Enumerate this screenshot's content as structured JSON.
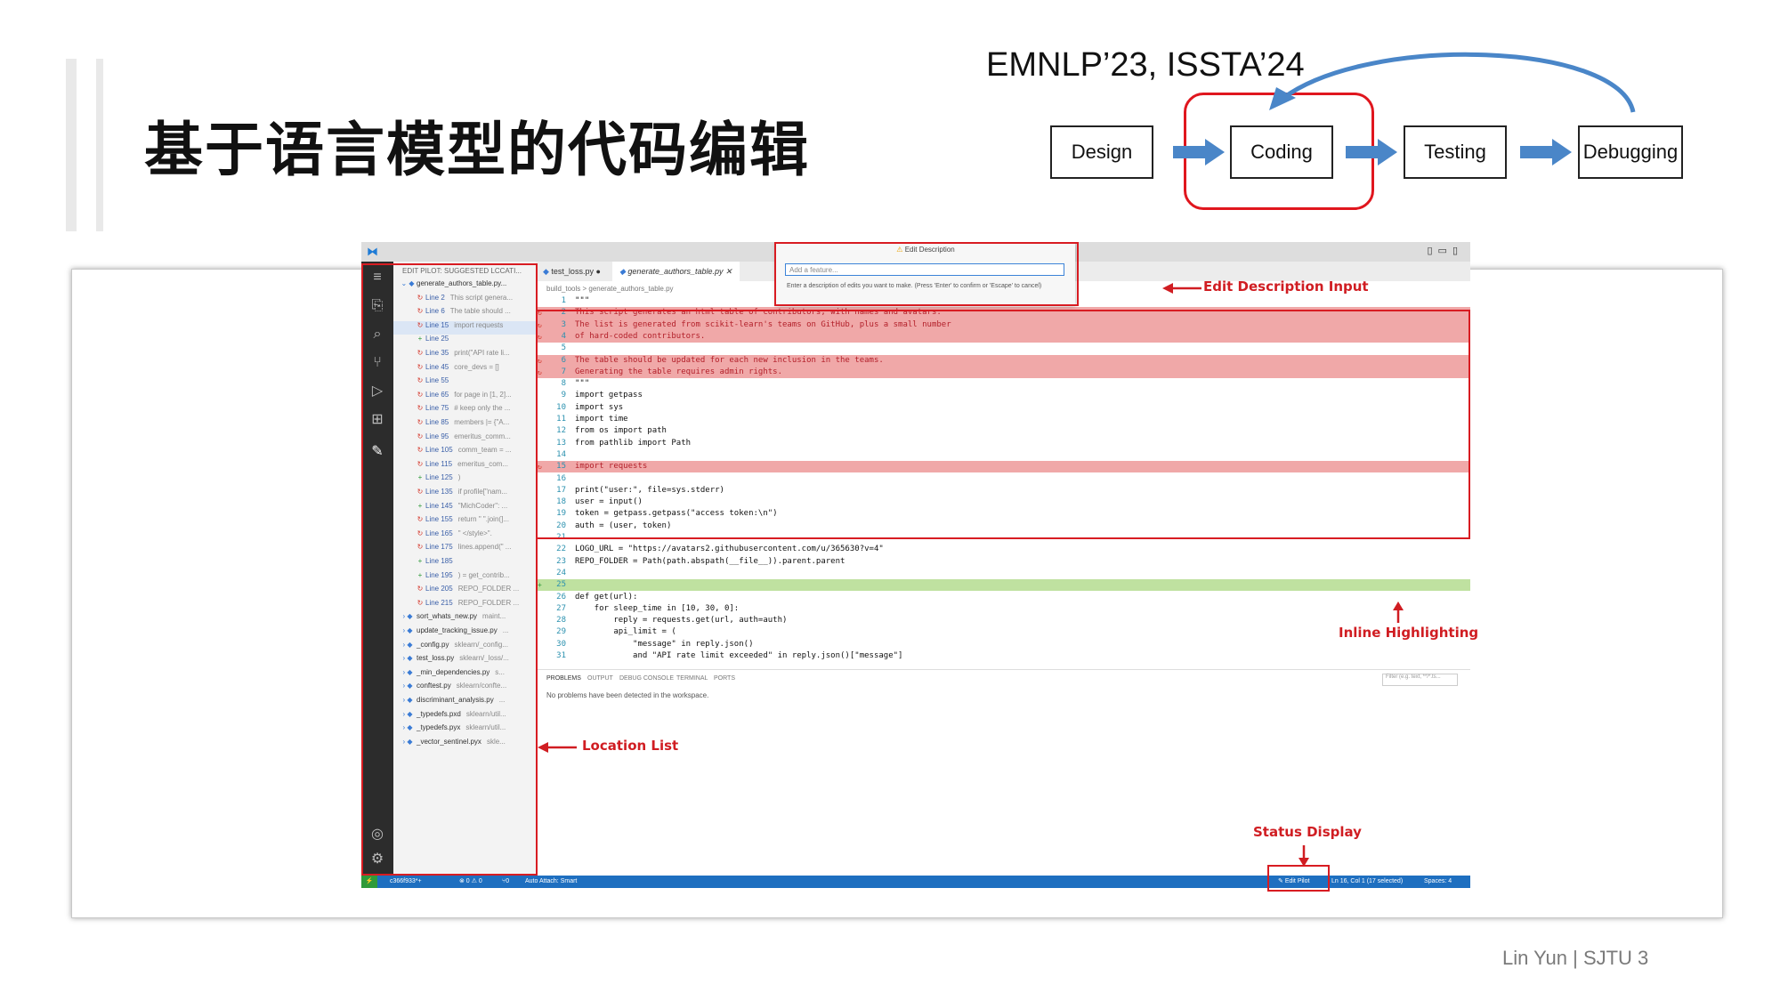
{
  "slide": {
    "title": "基于语言模型的代码编辑",
    "venue": "EMNLP’23, ISSTA’24",
    "footer": "Lin Yun | SJTU 3"
  },
  "workflow": {
    "stages": [
      "Design",
      "Coding",
      "Testing",
      "Debugging"
    ],
    "highlighted_stage": "Coding",
    "arrow_color": "#4a86c8",
    "highlight_color": "#e0161e"
  },
  "editor": {
    "palette": {
      "title": "Edit Description",
      "placeholder": "Add a feature...",
      "hint": "Enter a description of edits you want to make. (Press 'Enter' to confirm or 'Escape' to cancel)"
    },
    "sidebar_header": "EDIT PILOT: SUGGESTED LCCATI...",
    "tabs": [
      "test_loss.py",
      "generate_authors_table.py"
    ],
    "breadcrumb": "build_tools > generate_authors_table.py",
    "location_list": [
      {
        "name": "generate_authors_table.py...",
        "kind": "file",
        "expanded": true
      },
      {
        "name": "Line 2",
        "snippet": "This script genera...",
        "kind": "edit"
      },
      {
        "name": "Line 6",
        "snippet": "The table should ...",
        "kind": "edit"
      },
      {
        "name": "Line 15",
        "snippet": "import requests",
        "kind": "edit",
        "selected": true
      },
      {
        "name": "Line 25",
        "snippet": "",
        "kind": "add"
      },
      {
        "name": "Line 35",
        "snippet": "print(\"API rate li...",
        "kind": "edit"
      },
      {
        "name": "Line 45",
        "snippet": "core_devs = []",
        "kind": "edit"
      },
      {
        "name": "Line 55",
        "snippet": "",
        "kind": "edit"
      },
      {
        "name": "Line 65",
        "snippet": "for page in [1, 2]...",
        "kind": "edit"
      },
      {
        "name": "Line 75",
        "snippet": "# keep only the ...",
        "kind": "edit"
      },
      {
        "name": "Line 85",
        "snippet": "members |= {\"A...",
        "kind": "edit"
      },
      {
        "name": "Line 95",
        "snippet": "emeritus_comm...",
        "kind": "edit"
      },
      {
        "name": "Line 105",
        "snippet": "comm_team = ...",
        "kind": "edit"
      },
      {
        "name": "Line 115",
        "snippet": "emeritus_com...",
        "kind": "edit"
      },
      {
        "name": "Line 125",
        "snippet": ")",
        "kind": "add"
      },
      {
        "name": "Line 135",
        "snippet": "if profile[\"nam...",
        "kind": "edit"
      },
      {
        "name": "Line 145",
        "snippet": "\"MichCoder\": ...",
        "kind": "add"
      },
      {
        "name": "Line 155",
        "snippet": "return \" \".join(]...",
        "kind": "edit"
      },
      {
        "name": "Line 165",
        "snippet": "\"  </style>\".",
        "kind": "edit"
      },
      {
        "name": "Line 175",
        "snippet": "lines.append(\" ...",
        "kind": "edit"
      },
      {
        "name": "Line 185",
        "snippet": "",
        "kind": "add"
      },
      {
        "name": "Line 195",
        "snippet": ") = get_contrib...",
        "kind": "add"
      },
      {
        "name": "Line 205",
        "snippet": "REPO_FOLDER ...",
        "kind": "edit"
      },
      {
        "name": "Line 215",
        "snippet": "REPO_FOLDER ...",
        "kind": "edit"
      },
      {
        "name": "sort_whats_new.py",
        "snippet": "maint...",
        "kind": "file"
      },
      {
        "name": "update_tracking_issue.py",
        "snippet": "...",
        "kind": "file"
      },
      {
        "name": "_config.py",
        "snippet": "sklearn/_config...",
        "kind": "file"
      },
      {
        "name": "test_loss.py",
        "snippet": "sklearn/_loss/...",
        "kind": "file"
      },
      {
        "name": "_min_dependencies.py",
        "snippet": "s...",
        "kind": "file"
      },
      {
        "name": "conftest.py",
        "snippet": "sklearn/confte...",
        "kind": "file"
      },
      {
        "name": "discriminant_analysis.py",
        "snippet": "...",
        "kind": "file"
      },
      {
        "name": "_typedefs.pxd",
        "snippet": "sklearn/util...",
        "kind": "file"
      },
      {
        "name": "_typedefs.pyx",
        "snippet": "sklearn/util...",
        "kind": "file"
      },
      {
        "name": "_vector_sentinel.pyx",
        "snippet": "skle...",
        "kind": "file"
      }
    ],
    "code_lines": [
      {
        "n": "1",
        "t": "\"\"\"",
        "hl": ""
      },
      {
        "n": "2",
        "t": "This script generates an html table of contributors, with names and avatars.",
        "hl": "red",
        "g": "edit"
      },
      {
        "n": "3",
        "t": "The list is generated from scikit-learn's teams on GitHub, plus a small number",
        "hl": "red",
        "g": "edit"
      },
      {
        "n": "4",
        "t": "of hard-coded contributors.",
        "hl": "red",
        "g": "edit"
      },
      {
        "n": "5",
        "t": "",
        "hl": ""
      },
      {
        "n": "6",
        "t": "The table should be updated for each new inclusion in the teams.",
        "hl": "red",
        "g": "edit"
      },
      {
        "n": "7",
        "t": "Generating the table requires admin rights.",
        "hl": "red",
        "g": "edit"
      },
      {
        "n": "8",
        "t": "\"\"\"",
        "hl": ""
      },
      {
        "n": "9",
        "t": "import getpass",
        "hl": ""
      },
      {
        "n": "10",
        "t": "import sys",
        "hl": ""
      },
      {
        "n": "11",
        "t": "import time",
        "hl": ""
      },
      {
        "n": "12",
        "t": "from os import path",
        "hl": ""
      },
      {
        "n": "13",
        "t": "from pathlib import Path",
        "hl": ""
      },
      {
        "n": "14",
        "t": "",
        "hl": ""
      },
      {
        "n": "15",
        "t": "import requests",
        "hl": "red",
        "g": "edit"
      },
      {
        "n": "16",
        "t": "",
        "hl": ""
      },
      {
        "n": "17",
        "t": "print(\"user:\", file=sys.stderr)",
        "hl": ""
      },
      {
        "n": "18",
        "t": "user = input()",
        "hl": ""
      },
      {
        "n": "19",
        "t": "token = getpass.getpass(\"access token:\\n\")",
        "hl": ""
      },
      {
        "n": "20",
        "t": "auth = (user, token)",
        "hl": ""
      },
      {
        "n": "21",
        "t": "",
        "hl": ""
      },
      {
        "n": "22",
        "t": "LOGO_URL = \"https://avatars2.githubusercontent.com/u/365630?v=4\"",
        "hl": ""
      },
      {
        "n": "23",
        "t": "REPO_FOLDER = Path(path.abspath(__file__)).parent.parent",
        "hl": ""
      },
      {
        "n": "24",
        "t": "",
        "hl": ""
      },
      {
        "n": "25",
        "t": "",
        "hl": "green",
        "g": "add"
      },
      {
        "n": "26",
        "t": "def get(url):",
        "hl": ""
      },
      {
        "n": "27",
        "t": "    for sleep_time in [10, 30, 0]:",
        "hl": ""
      },
      {
        "n": "28",
        "t": "        reply = requests.get(url, auth=auth)",
        "hl": ""
      },
      {
        "n": "29",
        "t": "        api_limit = (",
        "hl": ""
      },
      {
        "n": "30",
        "t": "            \"message\" in reply.json()",
        "hl": ""
      },
      {
        "n": "31",
        "t": "            and \"API rate limit exceeded\" in reply.json()[\"message\"]",
        "hl": ""
      }
    ],
    "panel": {
      "tabs": [
        "PROBLEMS",
        "OUTPUT",
        "DEBUG CONSOLE",
        "TERMINAL",
        "PORTS"
      ],
      "message": "No problems have been detected in the workspace.",
      "filter_placeholder": "Filter (e.g. text, **/*.ts..."
    },
    "statusbar": {
      "branch": "c366f933*+",
      "problems": "⊗ 0 ⚠ 0",
      "ports": "⑂0",
      "auto_attach": "Auto Attach: Smart",
      "edit_pilot": "Edit Pilot",
      "position": "Ln 16, Col 1 (17 selected)",
      "spaces": "Spaces: 4"
    }
  },
  "annotations": {
    "edit_description_input": "Edit Description Input",
    "inline_highlighting": "Inline Highlighting",
    "location_list": "Location List",
    "status_display": "Status Display",
    "color": "#d01d22"
  }
}
